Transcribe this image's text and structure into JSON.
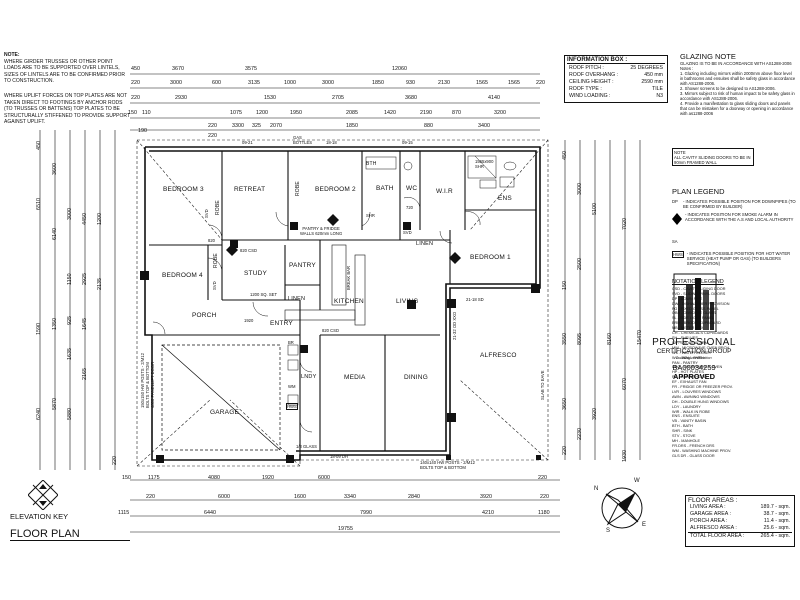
{
  "notes": {
    "heading": "NOTE:",
    "p1": "WHERE GIRDER TRUSSES OR OTHER POINT LOADS ARE TO BE SUPPORTED OVER LINTELS, SIZES OF LINTELS ARE TO BE CONFIRMED PRIOR TO CONSTRUCTION.",
    "p2": "WHERE UPLIFT FORCES ON TOP PLATES ARE NOT TAKEN DIRECT TO FOOTINGS BY ANCHOR RODS (TO TRUSSES OR BATTENS) TOP PLATES TO BE STRUCTURALLY STIFFENED TO PROVIDE SUPPORT AGAINST UPLIFT."
  },
  "info_box": {
    "title": "INFORMATION BOX :",
    "rows": [
      {
        "label": "ROOF PITCH :",
        "value": "25 DEGREES"
      },
      {
        "label": "ROOF OVERHANG :",
        "value": "450 mm"
      },
      {
        "label": "CEILING HEIGHT :",
        "value": "2590 mm"
      },
      {
        "label": "ROOF TYPE :",
        "value": "TILE"
      },
      {
        "label": "WIND LOADING :",
        "value": "N3"
      }
    ]
  },
  "glazing": {
    "title": "GLAZING NOTE",
    "subtitle": "GLAZING IS TO BE IN ACCORDANCE WITH AS1288-2006",
    "notes_heading": "Notes :",
    "items": [
      "1. Glazing including mirrors within 2000mm above floor level in bathrooms and ensuites shall be safety glass in accordance with AS1288-2006.",
      "2. Shower screens to be designed to AS1288-2006.",
      "3. Mirrors subject to risk of human impact to be safety glass in accordance with AS1288-2006.",
      "4. Provide a manifestation to glass sliding doors and panels that can be mistaken for a doorway or opening in accordance with as1288-2006"
    ]
  },
  "cavity_note": "NOTE\nALL CAVITY SLIDING DOORS TO BE IN 90mm FRAMED WALL",
  "plan_legend": {
    "title": "PLAN LEGEND",
    "items": [
      {
        "symbol": "DP",
        "text": "- INDICATES POSSIBLE POSITION FOR DOWNPIPES (TO BE CONFIRMED BY BUILDER)"
      },
      {
        "symbol": "SA",
        "text": "- INDICATES POSITION FOR SMOKE ALARM IN ACCORDANCE WITH THE A.S AND LOCAL AUTHORITY"
      },
      {
        "symbol": "HWS",
        "text": "- INDICATES POSSIBLE POSITION FOR HOT WATER SERVICE (HEAT PUMP OR GAS) (TO BUILDERS SPECIFICATION)"
      }
    ]
  },
  "certifier": {
    "line1": "PROFESSIONAL",
    "line2": "CERTIFICATION GROUP",
    "tagline": "building certification",
    "number": "BA00034259",
    "status": "APPROVED"
  },
  "notation_legend": {
    "title": "NOTATION LEGEND",
    "items": [
      "CSD - CAVITY SLIDING DOOR",
      "SVD - SLIDING VINYL DOORS",
      "DP - DOWN PIPE",
      "DW - DISHWASHER PROVISION",
      "FG - FIXED GLASS PANEL",
      "OBS - OBSCURE GLASS",
      "SL - SIDE LIGHT PANEL",
      "BRM - BROOM CUPBOARD",
      "MB - METER BOX",
      "CH - CHEMICALS CUPBOARDS",
      "SH - SHELVES",
      "SA - SMOKE ALARM",
      "MW - MICROWAVE OVEN PROV.",
      "WC - WATER CLOSET",
      "WO - WALL OVEN",
      "PAN - PANTRY",
      "UBO - UNDERBENCH OVEN",
      "HP - HOT PLATES",
      "RH - RANGE HOOD",
      "EF - EXHAUST FAN",
      "FR - FRIDGE OR FREEZER PROV.",
      "LVR - LOUVRES WINDOWS",
      "AWN - AWNING WINDOWS",
      "DH - DOUBLE HUNG WINDOWS",
      "LDY - LAUNDRY",
      "WIR - WALK IN ROBE",
      "ENS - ENSUITE",
      "VB - VANITY BASIN",
      "BTH - BATH",
      "SHR - SINK",
      "STV - STOVE",
      "MH - MANHOLE",
      "FR.DRS - FRENCH DRS",
      "WM - WASHING MACHINE PROV.",
      "GLS DR - GLASS DOOR"
    ]
  },
  "floor_areas": {
    "title": "FLOOR AREAS :",
    "rows": [
      {
        "label": "LIVING AREA :",
        "value": "189.7 - sqm."
      },
      {
        "label": "GARAGE AREA :",
        "value": "38.7 - sqm."
      },
      {
        "label": "PORCH AREA :",
        "value": "11.4 - sqm."
      },
      {
        "label": "ALFRESCO AREA :",
        "value": "25.6 - sqm."
      },
      {
        "label": "TOTAL FLOOR AREA :",
        "value": "265.4 - sqm."
      }
    ]
  },
  "elevation_key": "ELEVATION KEY",
  "floor_plan_title": "FLOOR PLAN",
  "compass": {
    "n": "N",
    "e": "E",
    "w": "W",
    "s": "S"
  },
  "rooms": {
    "bedroom3": "BEDROOM 3",
    "retreat": "RETREAT",
    "bedroom2": "BEDROOM 2",
    "bath": "BATH",
    "wc": "WC",
    "wir": "W.I.R",
    "ens": "ENS",
    "bedroom4": "BEDROOM 4",
    "study": "STUDY",
    "pantry": "PANTRY",
    "kitchen": "KITCHEN",
    "living": "LIVING",
    "bedroom1": "BEDROOM 1",
    "porch": "PORCH",
    "entry": "ENTRY",
    "linen": "LINEN",
    "linen2": "LINEN",
    "garage": "GARAGE",
    "media": "MEDIA",
    "dining": "DINING",
    "alfresco": "ALFRESCO",
    "lndy": "LNDY",
    "bth": "BTH",
    "robe1": "ROBE",
    "robe2": "ROBE",
    "robe3": "ROBE"
  },
  "labels": {
    "pantry_fridge": "PANTRY & FRIDGE\nWALLS 620mm LONG",
    "gas_bottles": "GAS\nBOTTLES",
    "breakbar": "BREAK BAR",
    "bolts_top": "140x140 HW POSTS - 2/M12\nBOLTS TOP & BOTTOM",
    "posts_side": "150x150 HW POSTS - 2/M12\nBOLTS TOP & BOTTOM\n4800 PANELLIFT DOOR",
    "slab_eave": "SLAB TO EAVE",
    "glass": "1/3 GLASS",
    "csd1": "820 CSD",
    "csd2": "820 CSD",
    "svd1": "SVD",
    "svd2": "SVD",
    "svd3": "SVD",
    "shr": "1565x900\nSHR",
    "shr2": "SHR",
    "d820": "820",
    "d720": "720",
    "d1920": "1920",
    "set": "1200 SQ. SET",
    "w0921": "09-21",
    "w1818": "18-18",
    "w0915": "09-15",
    "w2118": "21-18 SD",
    "w1809": "18-09 DH",
    "w2132": "21-32 OD XXO",
    "hws": "HWS",
    "br": "BR",
    "wm": "WM"
  },
  "dims_top": {
    "r1": [
      "450",
      "3670",
      "3575",
      "12060"
    ],
    "r2": [
      "220",
      "3000",
      "600",
      "3135",
      "1000",
      "3000",
      "1850",
      "930",
      "2130",
      "1565",
      "1565",
      "220"
    ],
    "r3": [
      "220",
      "2930",
      "1530",
      "2705",
      "3680",
      "4140"
    ],
    "r4": [
      "150",
      "110",
      "1075",
      "1200",
      "1950",
      "2085",
      "1420",
      "2190",
      "870",
      "3200"
    ],
    "r5": [
      "220",
      "3300",
      "325",
      "2070",
      "1850",
      "880",
      "3400"
    ],
    "r6": [
      "190",
      "220"
    ]
  },
  "dims_bottom": {
    "r1": [
      "150",
      "1175",
      "4080",
      "1920",
      "6000",
      "220"
    ],
    "r2": [
      "220",
      "6000",
      "1600",
      "3340",
      "2840",
      "3920",
      "220"
    ],
    "r3": [
      "1115",
      "6440",
      "7990",
      "4210",
      "1180"
    ],
    "r4": [
      "19755"
    ]
  },
  "dims_left": [
    "450",
    "3600",
    "6510",
    "6140",
    "3000",
    "4450",
    "1200",
    "2925",
    "2135",
    "1150",
    "1350",
    "925",
    "1645",
    "1590",
    "2165",
    "1635",
    "5870",
    "6240",
    "5880",
    "220"
  ],
  "dims_right": [
    "450",
    "3000",
    "5100",
    "2500",
    "7020",
    "150",
    "15470",
    "3550",
    "8095",
    "8160",
    "3650",
    "6070",
    "3920",
    "2230",
    "220",
    "1930"
  ]
}
